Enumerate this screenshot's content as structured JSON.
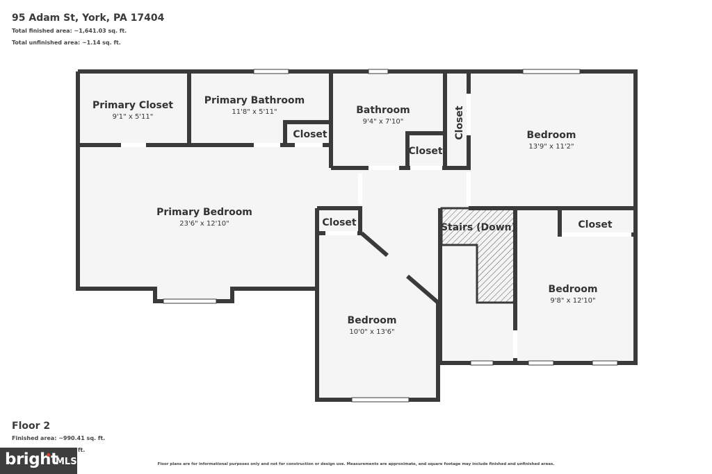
{
  "header": {
    "address": "95 Adam St, York, PA 17404",
    "finished": "Total finished area: ~1,641.03 sq. ft.",
    "unfinished": "Total unfinished area: ~1.14 sq. ft."
  },
  "floor": {
    "title": "Floor 2",
    "finished": "Finished area: ~990.41 sq. ft.",
    "unfinished_partial": "ft."
  },
  "rooms": {
    "primary_closet": {
      "name": "Primary Closet",
      "dim": "9'1\" x 5'11\""
    },
    "primary_bathroom": {
      "name": "Primary Bathroom",
      "dim": "11'8\" x 5'11\""
    },
    "bath_closet": {
      "name": "Closet"
    },
    "bathroom": {
      "name": "Bathroom",
      "dim": "9'4\" x 7'10\""
    },
    "bathroom_closet": {
      "name": "Closet"
    },
    "hall_closet": {
      "name": "Closet"
    },
    "bedroom_ne": {
      "name": "Bedroom",
      "dim": "13'9\" x 11'2\""
    },
    "primary_bedroom": {
      "name": "Primary Bedroom",
      "dim": "23'6\" x 12'10\""
    },
    "center_closet": {
      "name": "Closet"
    },
    "stairs": {
      "name": "Stairs (Down)"
    },
    "se_closet": {
      "name": "Closet"
    },
    "bedroom_se": {
      "name": "Bedroom",
      "dim": "9'8\" x 12'10\""
    },
    "bedroom_s": {
      "name": "Bedroom",
      "dim": "10'0\" x 13'6\""
    }
  },
  "footer": {
    "disclaimer": "Floor plans are for informational purposes only and not for construction or design use. Measurements are approximate, and square footage may include finished and unfinished areas.",
    "logo_text": "bright",
    "logo_suffix": "MLS"
  },
  "colors": {
    "wall": "#3a3a3a",
    "floor": "#f5f5f5",
    "window": "#ffffff",
    "logo_bg": "#3e3e3e",
    "logo_dot": "#d8432b"
  }
}
